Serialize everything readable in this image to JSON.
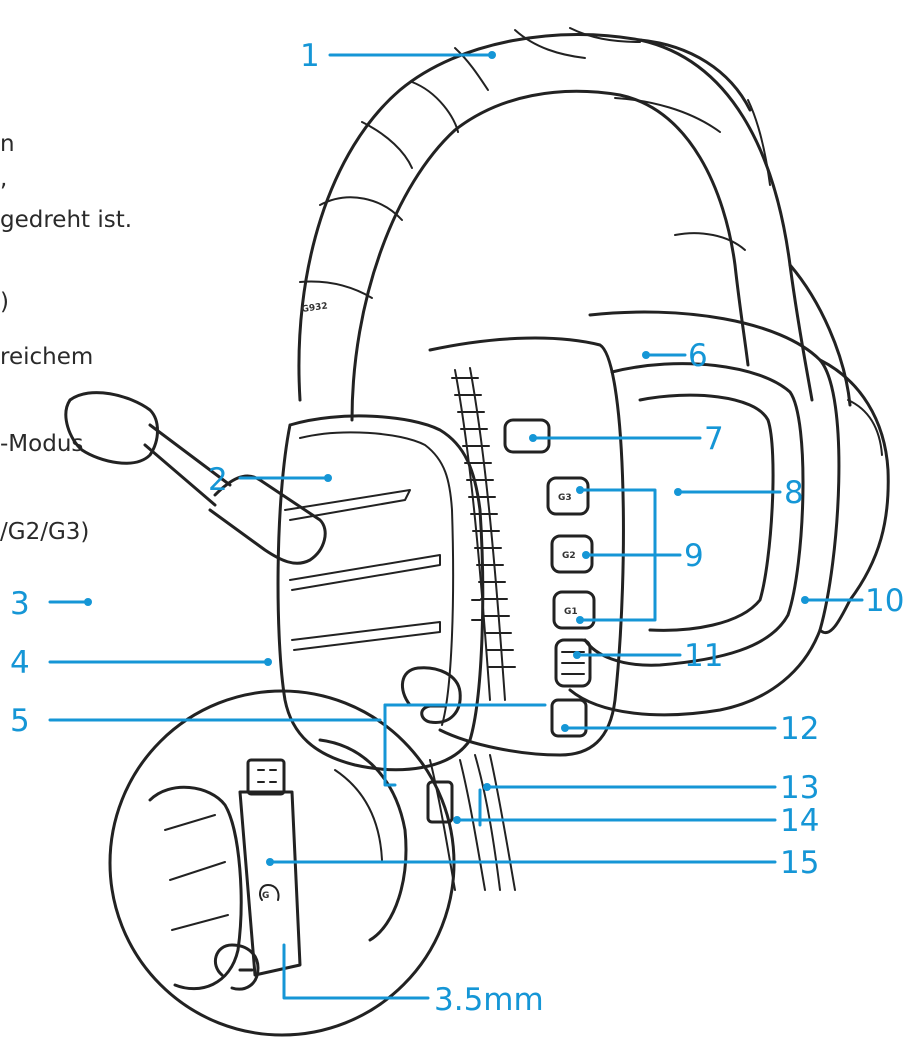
{
  "partial_text": [
    "n",
    ",",
    "gedreht ist.",
    ")",
    "reichem",
    "-Modus",
    "/G2/G3)"
  ],
  "headset": {
    "model_label": "G932",
    "button_labels": [
      "G3",
      "G2",
      "G1"
    ],
    "usb_logo": "G",
    "accent_color": "#1596d6",
    "outline_color": "#222222"
  },
  "callouts": [
    "1",
    "2",
    "3",
    "4",
    "5",
    "6",
    "7",
    "8",
    "9",
    "10",
    "11",
    "12",
    "13",
    "14",
    "15",
    "3.5mm"
  ]
}
